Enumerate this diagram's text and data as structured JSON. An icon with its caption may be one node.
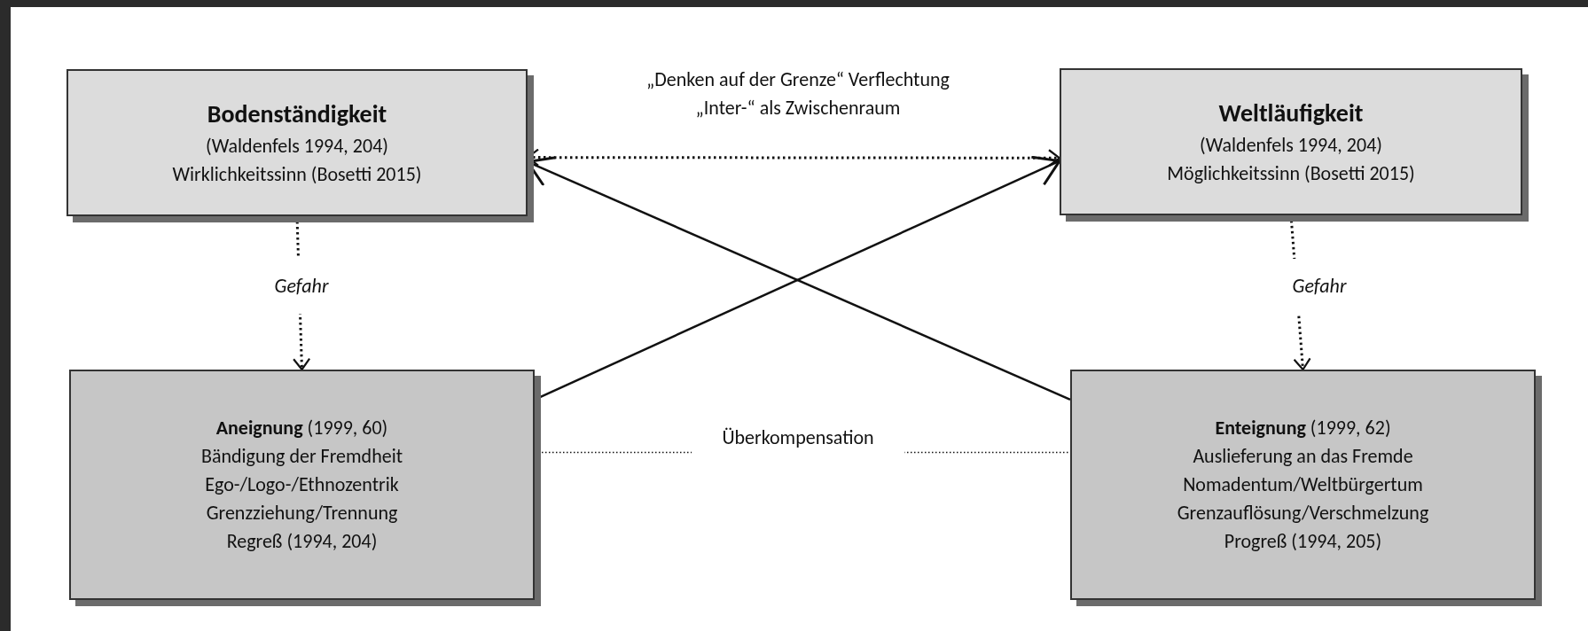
{
  "diagram": {
    "nodes": [
      {
        "text": [
          "Bodenständigkeit",
          "(Waldenfels 1994, 204)",
          "Wirklichkeitssinn (Bosetti 2015)"
        ]
      },
      {
        "text": [
          "Weltläufigkeit",
          "(Waldenfels 1994, 204)",
          "Möglichkeitssinn (Bosetti 2015)"
        ]
      },
      {
        "text": [
          "**Aneignung** (1999, 60)",
          "Bändigung der Fremdheit",
          "Ego-/Logo-/Ethnozentrik",
          "Grenzziehung/Trennung",
          "Regreß (1994, 204)"
        ]
      },
      {
        "text": [
          "**Enteignung** (1999, 62)",
          "Auslieferung an das Fremde",
          "Nomadentum/Weltbürgertum",
          "Grenzauflösung/Verschmelzung",
          "Progreß (1994, 205)"
        ]
      }
    ],
    "edges": [
      {
        "from": 0,
        "to": 1,
        "arrow": "both",
        "style": "dashed",
        "label": "„Denken auf der Grenze“ Verflechtung „Inter-“ als Zwischenraum"
      },
      {
        "from": 2,
        "to": 1,
        "arrow": "to"
      },
      {
        "from": 3,
        "to": 0,
        "arrow": "to"
      },
      {
        "from": 0,
        "to": 2,
        "arrow": "to",
        "style": "dashed",
        "label": "Gefahr"
      },
      {
        "from": 1,
        "to": 3,
        "arrow": "to",
        "style": "dashed",
        "label": "Gefahr"
      },
      {
        "from": 2,
        "to": 3,
        "arrow": "none",
        "style": "dashed",
        "label": "Überkompensation"
      }
    ]
  }
}
